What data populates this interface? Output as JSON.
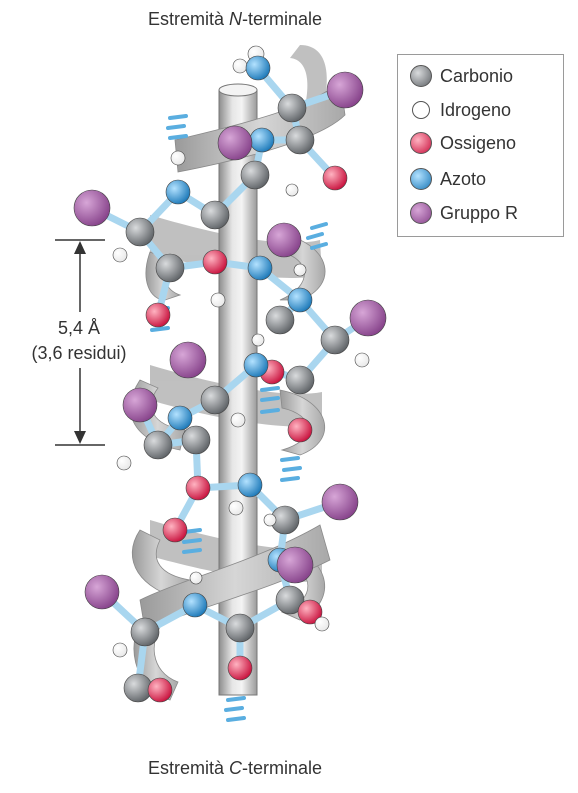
{
  "title_top": {
    "prefix": "Estremità ",
    "italic": "N",
    "suffix": "-terminale"
  },
  "title_bottom": {
    "prefix": "Estremità ",
    "italic": "C",
    "suffix": "-terminale"
  },
  "pitch_label": {
    "line1": "5,4 Å",
    "line2": "(3,6 residui)"
  },
  "legend": [
    {
      "label": "Carbonio",
      "color": "#8a8e92",
      "icon": "carbon-atom-icon"
    },
    {
      "label": "Idrogeno",
      "color": "#ffffff",
      "icon": "hydrogen-atom-icon"
    },
    {
      "label": "Ossigeno",
      "color": "#e8325a",
      "icon": "oxygen-atom-icon"
    },
    {
      "label": "Azoto",
      "color": "#2f9ad4",
      "icon": "nitrogen-atom-icon"
    },
    {
      "label": "Gruppo R",
      "color": "#9c5a9c",
      "icon": "r-group-atom-icon"
    }
  ]
}
